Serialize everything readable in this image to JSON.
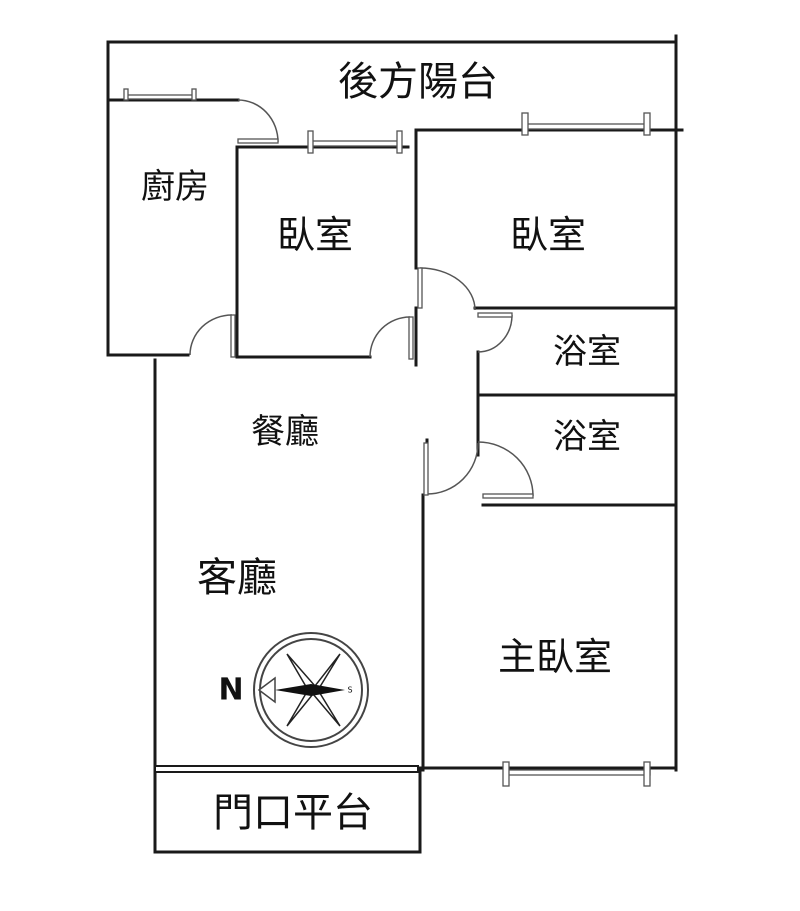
{
  "rooms": {
    "rear_balcony": "後方陽台",
    "kitchen": "廚房",
    "bedroom_1": "臥室",
    "bedroom_2": "臥室",
    "bathroom_1": "浴室",
    "bathroom_2": "浴室",
    "dining_room": "餐廳",
    "living_room": "客廳",
    "master_bedroom": "主臥室",
    "entrance_platform": "門口平台"
  },
  "compass": {
    "north_label": "N",
    "south_label": "S"
  }
}
